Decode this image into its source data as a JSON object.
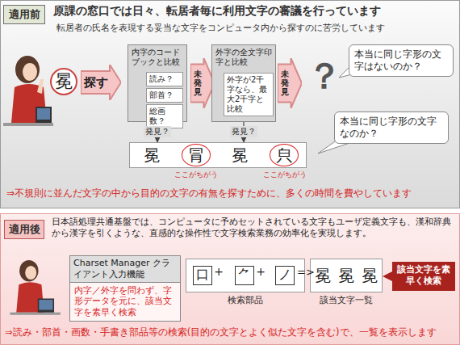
{
  "diagram": {
    "nodes": [
      {
        "text": [
          "適用前"
        ]
      },
      {
        "text": [
          "冕"
        ]
      },
      {
        "text": [
          "探す"
        ]
      },
      {
        "text": [
          "内字のコードブックと比較"
        ]
      },
      {
        "text": [
          "読み？"
        ],
        "in": 3
      },
      {
        "text": [
          "部首？"
        ],
        "in": 3
      },
      {
        "text": [
          "総画数？"
        ],
        "in": 3
      },
      {
        "text": [
          "未発見"
        ]
      },
      {
        "text": [
          "外字の全文字印字と比較"
        ]
      },
      {
        "text": [
          "外字が2千字なら、最大2千字と比較"
        ],
        "in": 8
      },
      {
        "text": [
          "未発見"
        ]
      },
      {
        "text": [
          "本当に同じ字形の文字はないのか？"
        ]
      },
      {
        "text": [
          "冕",
          "冐",
          "冕",
          "㒵"
        ]
      },
      {
        "text": [
          "本当に同じ字形の文字なのか？"
        ]
      },
      {
        "text": [
          "適用後"
        ]
      },
      {
        "text": [
          "Charset Manager クライアント入力機能",
          "内字／外字を問わず、字形データを元に、該当文字を素早く検索"
        ]
      },
      {
        "text": [
          "検索部品"
        ]
      },
      {
        "text": [
          "口"
        ],
        "in": 16
      },
      {
        "text": [
          "⺈"
        ],
        "in": 16
      },
      {
        "text": [
          "ノ"
        ],
        "in": 16
      },
      {
        "text": [
          "冕",
          "冕",
          "冕",
          "該当文字一覧"
        ]
      },
      {
        "text": [
          "該当文字を素早く検索"
        ]
      }
    ],
    "edges": [
      {
        "from": 3,
        "to": 12,
        "arrow": "to",
        "label": "発見？"
      },
      {
        "from": 8,
        "to": 12,
        "arrow": "to",
        "label": "発見？"
      }
    ],
    "labels": [
      "原課の窓口では日々、転居者毎に利用文字の審議を行っています",
      "転居者の氏名を表現する妥当な文字をコンピュータ内から探すのに苦労しています",
      "？",
      "ここがちがう",
      "ここがちがう",
      "⇒不規則に並んだ文字の中から目的の文字の有無を探すために、多くの時間を費やしています",
      "日本語処理共通基盤では、コンピュータに予めセットされている文字もユーザ定義文字も、漢和辞典から漢字を引くような、直感的な操作性で文字検索業務の効率化を実現します。",
      "+",
      "+",
      "=>",
      "⇒読み・部首・画数・手書き部品等の検索(目的の文字とよく似た文字を含む)で、一覧を表示します"
    ]
  }
}
